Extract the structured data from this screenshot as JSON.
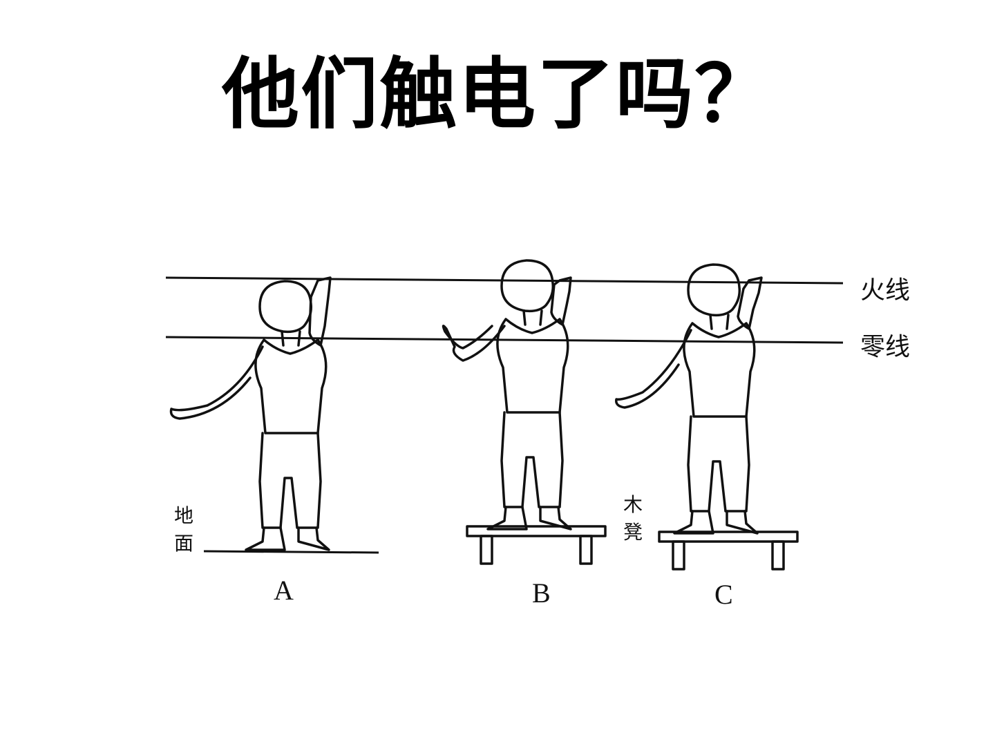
{
  "title": "他们触电了吗？",
  "wires": {
    "live_label": "火线",
    "neutral_label": "零线"
  },
  "ground_label": [
    "地",
    "面"
  ],
  "stool_label": [
    "木",
    "凳"
  ],
  "figures": [
    {
      "id": "A",
      "label": "A"
    },
    {
      "id": "B",
      "label": "B"
    },
    {
      "id": "C",
      "label": "C"
    }
  ]
}
